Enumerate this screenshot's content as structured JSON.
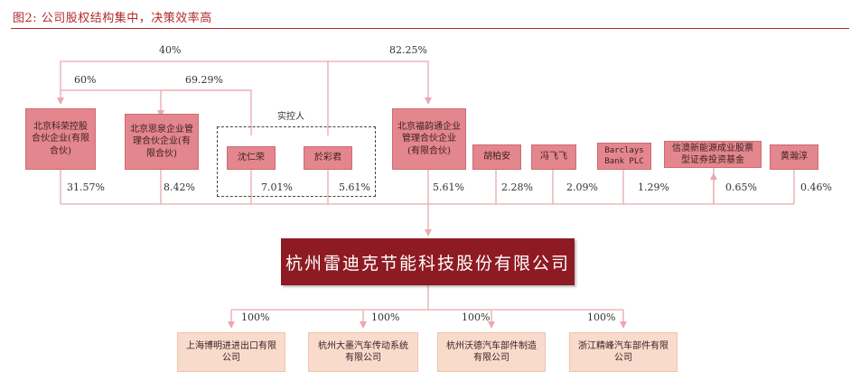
{
  "title": "图2:  公司股权结构集中，决策效率高",
  "company": "杭州雷迪克节能科技股份有限公司",
  "controllers_label": "实控人",
  "shareholders": [
    {
      "name": "北京科荣控股合伙企业(有限合伙)",
      "pct": "31.57%"
    },
    {
      "name": "北京思泉企业管理合伙企业(有限合伙)",
      "pct": "8.42%"
    },
    {
      "name": "沈仁荣",
      "pct": "7.01%"
    },
    {
      "name": "於彩君",
      "pct": "5.61%"
    },
    {
      "name": "北京福韵通企业管理合伙企业(有限合伙)",
      "pct": "5.61%"
    },
    {
      "name": "胡柏安",
      "pct": "2.28%"
    },
    {
      "name": "冯飞飞",
      "pct": "2.09%"
    },
    {
      "name": "Barclays Bank PLC",
      "pct": "1.29%"
    },
    {
      "name": "信澳新能源成业股票型证券投资基金",
      "pct": "0.65%"
    },
    {
      "name": "黄瀚淳",
      "pct": "0.46%"
    }
  ],
  "control_links": {
    "shen_to_keyrong": "40%",
    "yu_to_futong": "82.25%",
    "shen_to_kerong_inner": "60%",
    "shen_to_siquan": "69.29%"
  },
  "subsidiaries": [
    {
      "name": "上海博明进进出口有限公司",
      "pct": "100%"
    },
    {
      "name": "杭州大墨汽车传动系统有限公司",
      "pct": "100%"
    },
    {
      "name": "杭州沃德汽车部件制造有限公司",
      "pct": "100%"
    },
    {
      "name": "浙江精峰汽车部件有限公司",
      "pct": "100%"
    }
  ],
  "colors": {
    "accent": "#b02a2a",
    "company": "#8e1b23",
    "shareholder": "#e4868d",
    "subsidiary": "#f9dbcc",
    "line": "#e9a9ae"
  }
}
